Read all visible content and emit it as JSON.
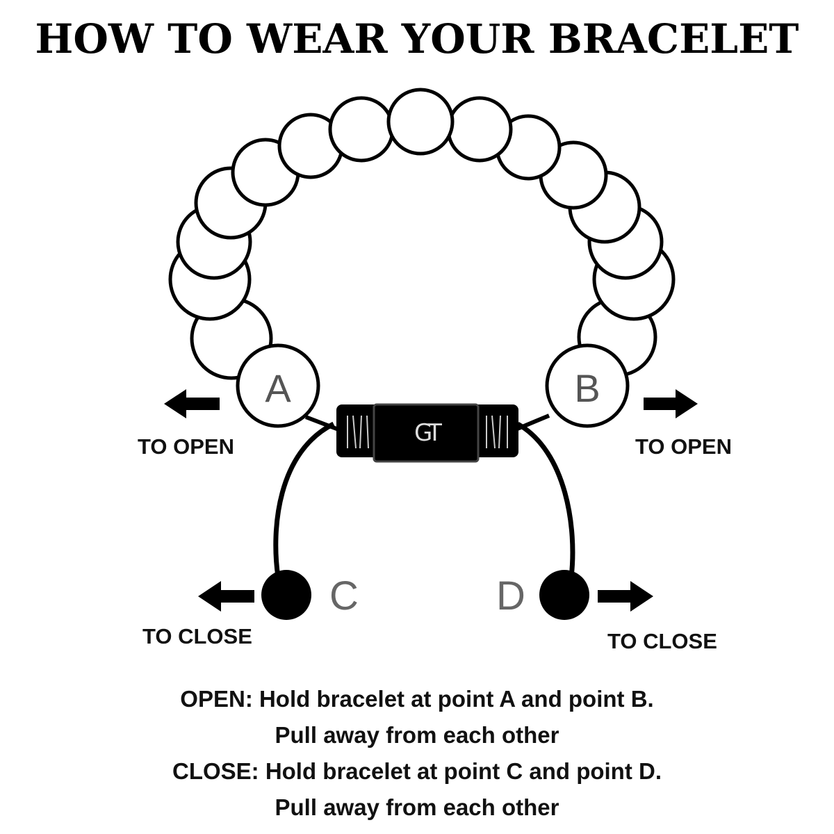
{
  "title": "HOW TO WEAR YOUR BRACELET",
  "diagram": {
    "points": {
      "a": "A",
      "b": "B",
      "c": "C",
      "d": "D"
    },
    "clasp_logo": "GT",
    "labels": {
      "open_left": "TO OPEN",
      "open_right": "TO OPEN",
      "close_left": "TO CLOSE",
      "close_right": "TO CLOSE"
    }
  },
  "instructions": [
    "OPEN: Hold bracelet at point A and point B.",
    "Pull away from each other",
    "CLOSE: Hold bracelet at point C and point D.",
    "Pull away from each other"
  ]
}
